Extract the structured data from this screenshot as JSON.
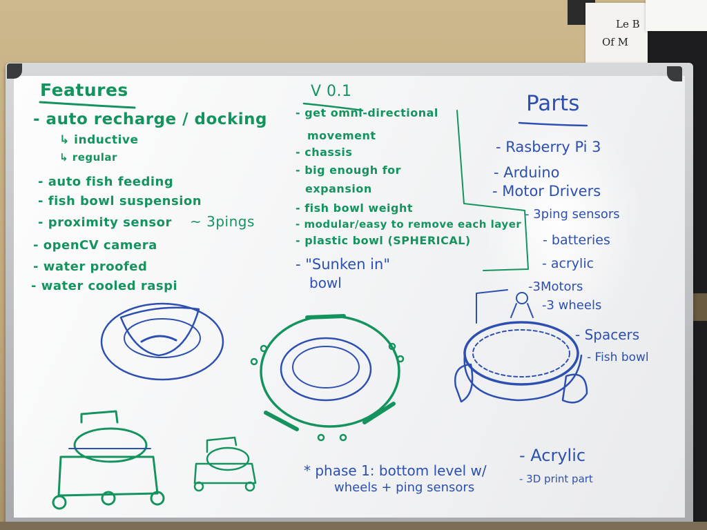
{
  "scene": {
    "poster_text_1": "Le B",
    "poster_text_2": "Of M"
  },
  "features": {
    "title": "Features",
    "items": [
      "- auto recharge / docking",
      "↳ inductive",
      "↳ regular",
      "- auto fish feeding",
      "- fish bowl suspension",
      "- proximity sensor",
      "- openCV camera",
      "- water proofed",
      "- water cooled raspi"
    ],
    "pings_note": "~ 3pings"
  },
  "v01": {
    "title": "V 0.1",
    "items": [
      "- get omni-directional",
      "movement",
      "- chassis",
      "- big enough for",
      "expansion",
      "- fish bowl weight",
      "- modular/easy to remove each layer",
      "- plastic bowl (SPHERICAL)",
      "- \"Sunken in\"",
      "bowl"
    ]
  },
  "parts": {
    "title": "Parts",
    "items": [
      "- Rasberry Pi 3",
      "- Arduino",
      "- Motor Drivers",
      "- 3ping sensors",
      "- batteries",
      "- acrylic",
      "-3Motors",
      "-3 wheels"
    ],
    "diagram_labels": [
      "- Spacers",
      "- Fish bowl"
    ]
  },
  "phase": {
    "line1": "* phase 1: bottom level w/",
    "line2": "wheels + ping sensors",
    "material1": "- Acrylic",
    "material2": "- 3D print part"
  },
  "colors": {
    "green_marker": "#14935f",
    "blue_marker": "#2c4fb0",
    "board": "#f6f7f8",
    "frame": "#c9cacc"
  }
}
